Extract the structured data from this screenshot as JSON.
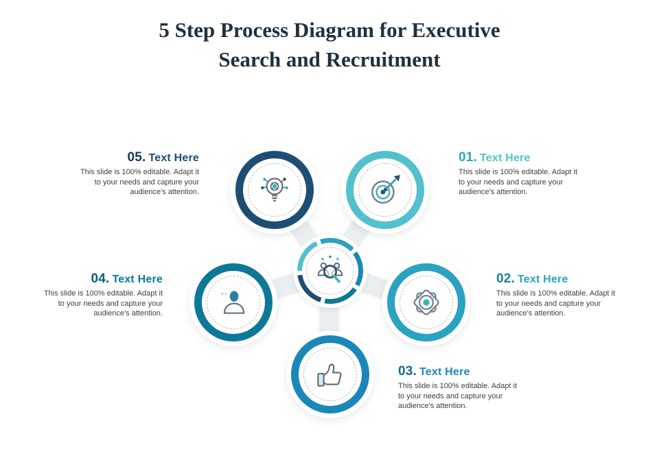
{
  "title": {
    "line1": "5 Step Process Diagram for Executive",
    "line2": "Search and Recruitment"
  },
  "steps": [
    {
      "number": "01.",
      "label": "Text Here",
      "description": "This slide is 100% editable. Adapt it to your needs and capture your audience's attention.",
      "color": "#53c0cd",
      "number_color": "#2fa6b5",
      "icon": "target-arrow-icon"
    },
    {
      "number": "02.",
      "label": "Text Here",
      "description": "This slide is 100% editable. Adapt it to your needs and capture your audience's attention.",
      "color": "#2aa2c0",
      "number_color": "#17829e",
      "icon": "gear-icon"
    },
    {
      "number": "03.",
      "label": "Text Here",
      "description": "This slide is 100% editable. Adapt it to your needs and capture your audience's attention.",
      "color": "#1b87b8",
      "number_color": "#136a94",
      "icon": "thumbs-up-icon"
    },
    {
      "number": "04.",
      "label": "Text Here",
      "description": "This slide is 100% editable. Adapt it to your needs and capture your audience's attention.",
      "color": "#0d7898",
      "number_color": "#0a5f79",
      "icon": "person-icon"
    },
    {
      "number": "05.",
      "label": "Text Here",
      "description": "This slide is 100% editable. Adapt it to your needs and capture your audience's attention.",
      "color": "#1d4d72",
      "number_color": "#16395a",
      "icon": "idea-bulb-gear-icon"
    }
  ],
  "center": {
    "icon": "people-search-icon",
    "ring_colors": [
      "#53c0cd",
      "#2aa2c0",
      "#1b87b8",
      "#0d7898",
      "#1d4d72"
    ]
  }
}
